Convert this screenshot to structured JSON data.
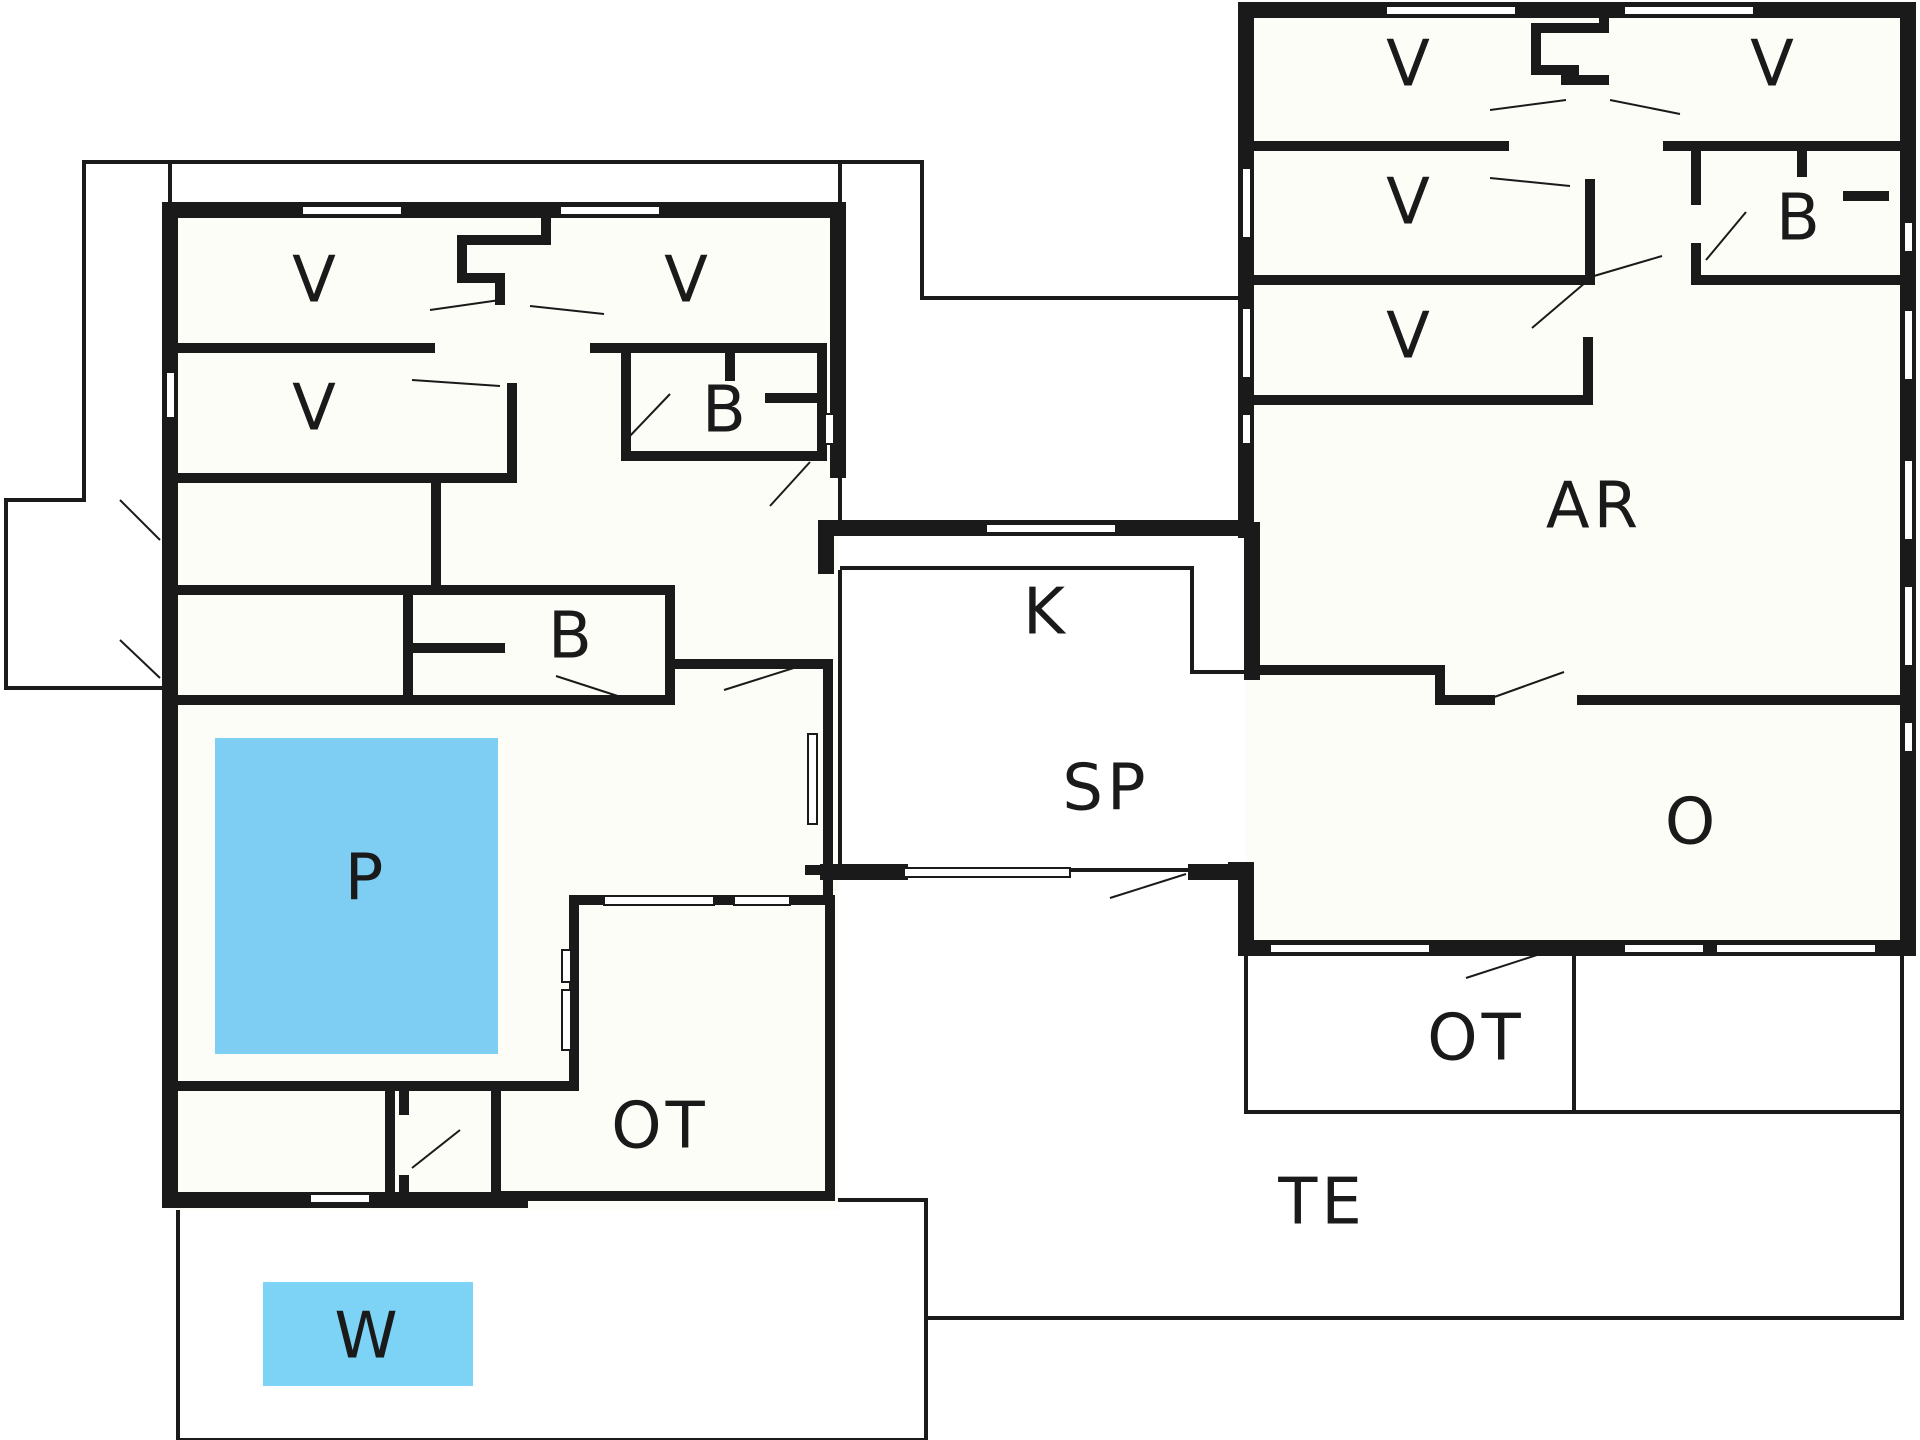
{
  "plan": {
    "colors": {
      "floor": "#fdfdf8",
      "wall": "#1a1a1a",
      "pool": "#7dcef2",
      "hot_tub": "#7dd3f6",
      "window": "#ffffff"
    },
    "labels": {
      "v1": "V",
      "v2": "V",
      "v3": "V",
      "b1": "B",
      "b2": "B",
      "v4": "V",
      "v5": "V",
      "v6": "V",
      "v7": "V",
      "b3": "B",
      "ar": "AR",
      "k": "K",
      "sp": "SP",
      "o": "O",
      "p": "P",
      "ot1": "OT",
      "ot2": "OT",
      "te": "TE",
      "w": "W"
    }
  }
}
